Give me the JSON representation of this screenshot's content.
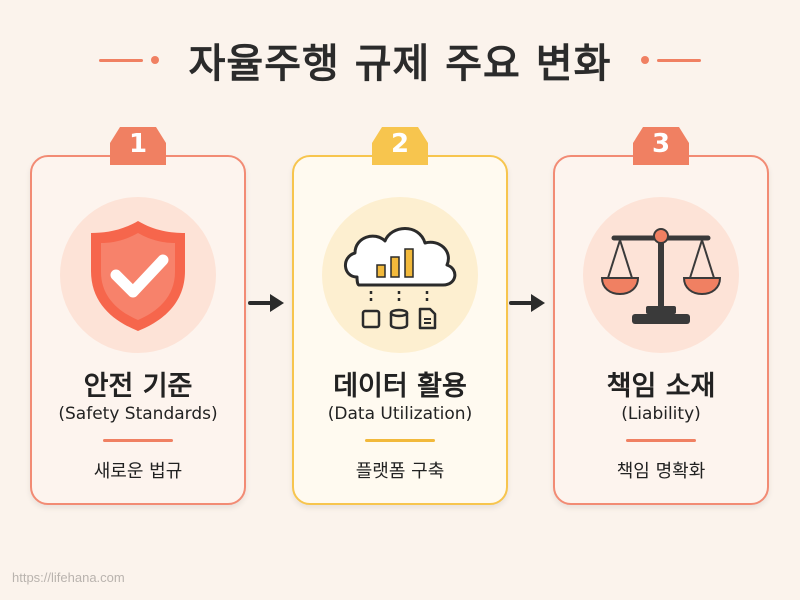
{
  "title": "자율주행 규제 주요 변화",
  "colors": {
    "coral": "#f08062",
    "yellow": "#f7c54e",
    "dark": "#2b2b2b"
  },
  "cards": [
    {
      "number": "1",
      "heading": "안전 기준",
      "subheading": "(Safety Standards)",
      "description": "새로운 법규",
      "icon": "shield-check-icon"
    },
    {
      "number": "2",
      "heading": "데이터 활용",
      "subheading": "(Data Utilization)",
      "description": "플랫폼 구축",
      "icon": "cloud-data-icon"
    },
    {
      "number": "3",
      "heading": "책임 소재",
      "subheading": "(Liability)",
      "description": "책임 명확화",
      "icon": "scales-icon"
    }
  ],
  "footer": "https://lifehana.com"
}
